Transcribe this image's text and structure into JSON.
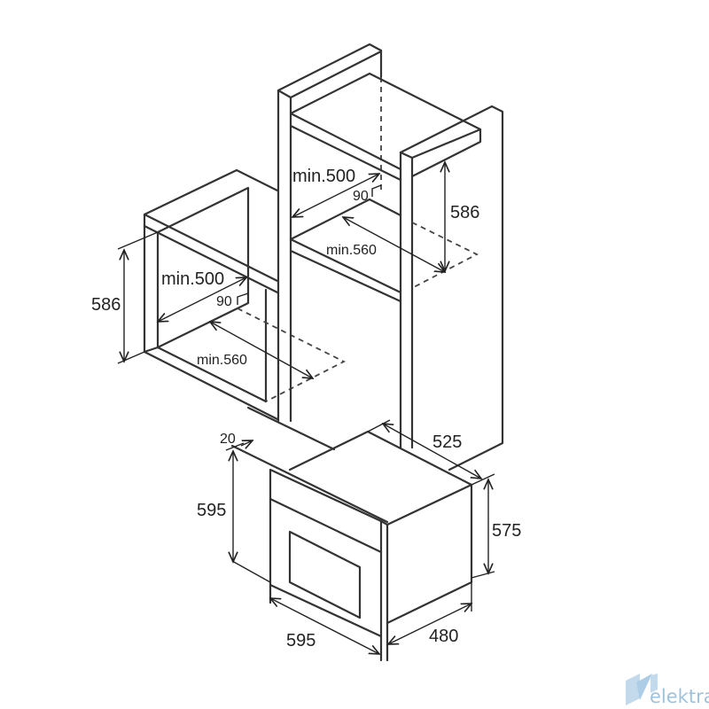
{
  "diagram": {
    "wall_unit": {
      "height_label": "586",
      "depth_label": "min.500",
      "gap_label": "90",
      "width_label": "min.560"
    },
    "tall_unit": {
      "height_label": "586",
      "depth_label": "min.500",
      "gap_label": "90",
      "width_label": "min.560"
    },
    "oven": {
      "panel_thickness_label": "20",
      "front_height_label": "595",
      "body_depth_label": "525",
      "body_height_label": "575",
      "front_width_label": "595",
      "body_width_label": "480"
    }
  },
  "logo": {
    "text": "elektra",
    "color": "#8cb8d8"
  }
}
